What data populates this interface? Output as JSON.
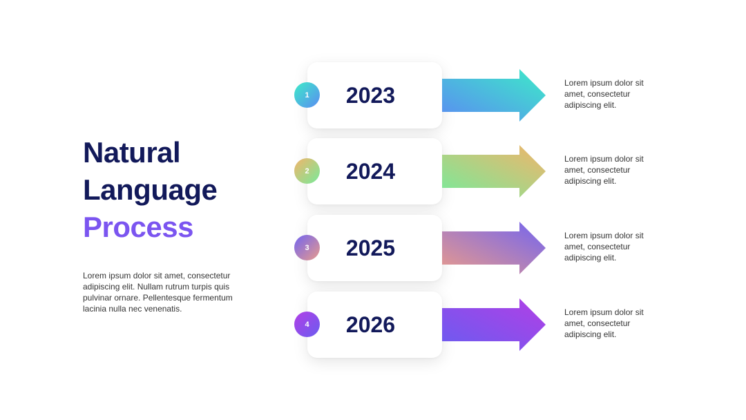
{
  "title": {
    "line1": "Natural",
    "line2": "Language",
    "line3": "Process"
  },
  "intro": "Lorem ipsum dolor sit amet, consectetur adipiscing elit. Nullam rutrum turpis quis pulvinar ornare. Pellentesque fermentum lacinia nulla nec venenatis.",
  "colors": {
    "title": "#12195a",
    "accent": "#7b55f0"
  },
  "steps": [
    {
      "number": "1",
      "year": "2023",
      "text": "Lorem ipsum dolor sit amet, consectetur adipiscing elit.",
      "gradient": [
        "#5a8cf2",
        "#3debc8"
      ]
    },
    {
      "number": "2",
      "year": "2024",
      "text": "Lorem ipsum dolor sit amet, consectetur adipiscing elit.",
      "gradient": [
        "#78ea9a",
        "#f2b46a"
      ]
    },
    {
      "number": "3",
      "year": "2025",
      "text": "Lorem ipsum dolor sit amet, consectetur adipiscing elit.",
      "gradient": [
        "#e89a8c",
        "#7264f0"
      ]
    },
    {
      "number": "4",
      "year": "2026",
      "text": "Lorem ipsum dolor sit amet, consectetur adipiscing elit.",
      "gradient": [
        "#6a5cf0",
        "#b23fe6"
      ]
    }
  ]
}
